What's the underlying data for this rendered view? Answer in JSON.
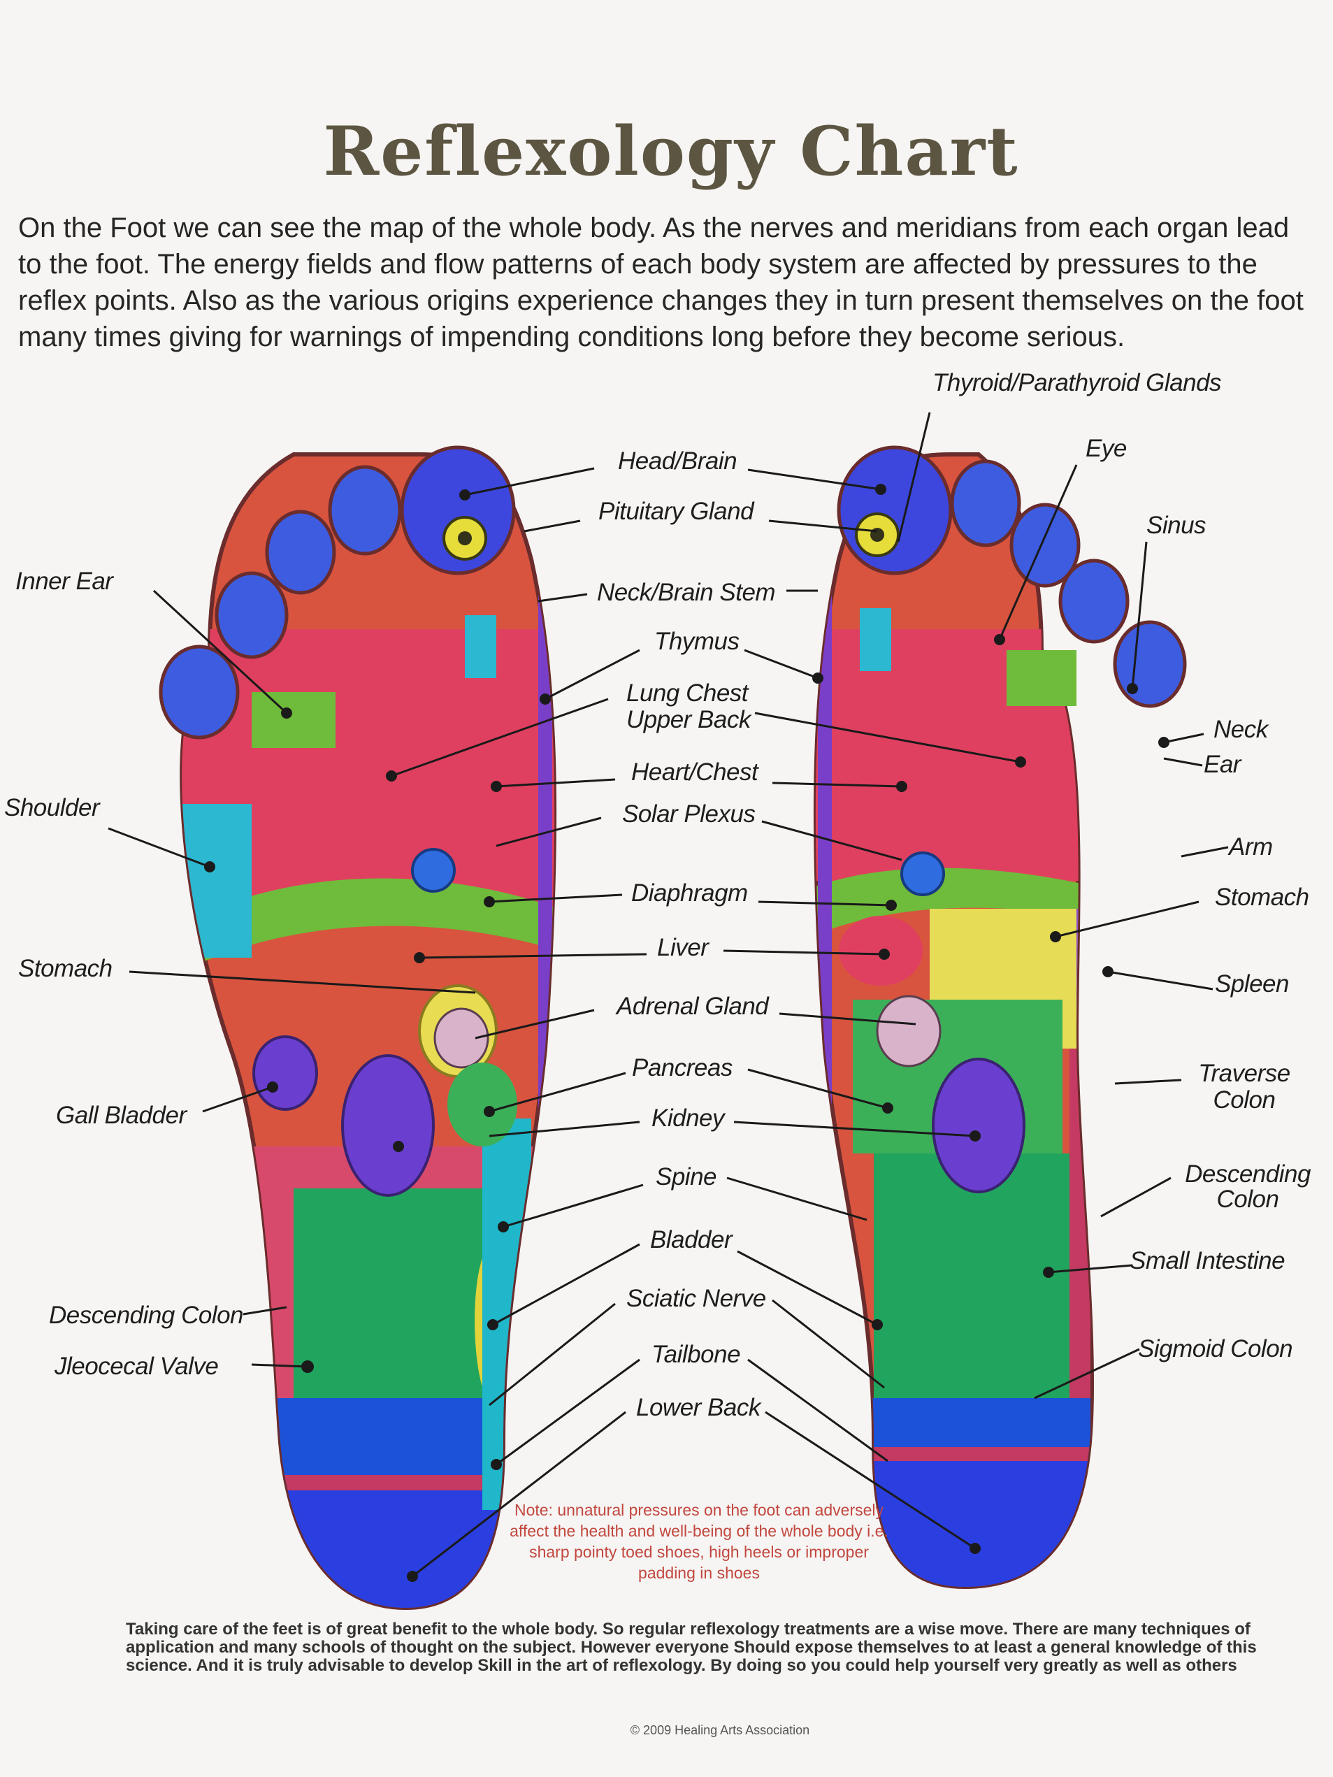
{
  "title": "Reflexology Chart",
  "intro": "On the Foot we can see the map of the whole body. As the nerves and meridians from each organ lead to the foot. The energy fields and flow patterns of each body system are affected by pressures to the reflex points.  Also as the various origins experience changes they in turn present themselves on the foot many times giving for warnings of impending conditions long before they become serious.",
  "labels": {
    "thyroid": "Thyroid/Parathyroid Glands",
    "eye": "Eye",
    "sinus": "Sinus",
    "head_brain": "Head/Brain",
    "pituitary": "Pituitary Gland",
    "neck_brain_stem": "Neck/Brain Stem",
    "thymus": "Thymus",
    "lung_chest_1": "Lung Chest",
    "lung_chest_2": "Upper Back",
    "heart_chest": "Heart/Chest",
    "solar_plexus": "Solar Plexus",
    "diaphragm": "Diaphragm",
    "liver": "Liver",
    "adrenal": "Adrenal Gland",
    "pancreas": "Pancreas",
    "kidney": "Kidney",
    "spine": "Spine",
    "bladder": "Bladder",
    "sciatic": "Sciatic Nerve",
    "tailbone": "Tailbone",
    "lower_back": "Lower Back",
    "inner_ear": "Inner Ear",
    "shoulder": "Shoulder",
    "stomach_left": "Stomach",
    "gall_bladder": "Gall Bladder",
    "descending_colon_left": "Descending Colon",
    "ileocecal": "Jleocecal Valve",
    "neck": "Neck",
    "ear": "Ear",
    "arm": "Arm",
    "stomach_right": "Stomach",
    "spleen": "Spleen",
    "traverse_1": "Traverse",
    "traverse_2": "Colon",
    "descending_1": "Descending",
    "descending_2": "Colon",
    "small_intestine": "Small Intestine",
    "sigmoid": "Sigmoid Colon"
  },
  "note": "Note: unnatural pressures on the foot can adversely affect the health and well-being of the whole body i.e. sharp pointy toed shoes, high heels or improper padding in shoes",
  "footer": "Taking care of the feet is of great benefit to the whole body. So regular reflexology treatments are a wise move. There are many techniques of application and many schools of thought on the subject.  However everyone Should expose themselves to at least a general knowledge of this science.  And it is truly advisable to develop Skill in the art of reflexology. By doing so you could help yourself very greatly as well as others",
  "copyright": "© 2009 Healing Arts Association"
}
